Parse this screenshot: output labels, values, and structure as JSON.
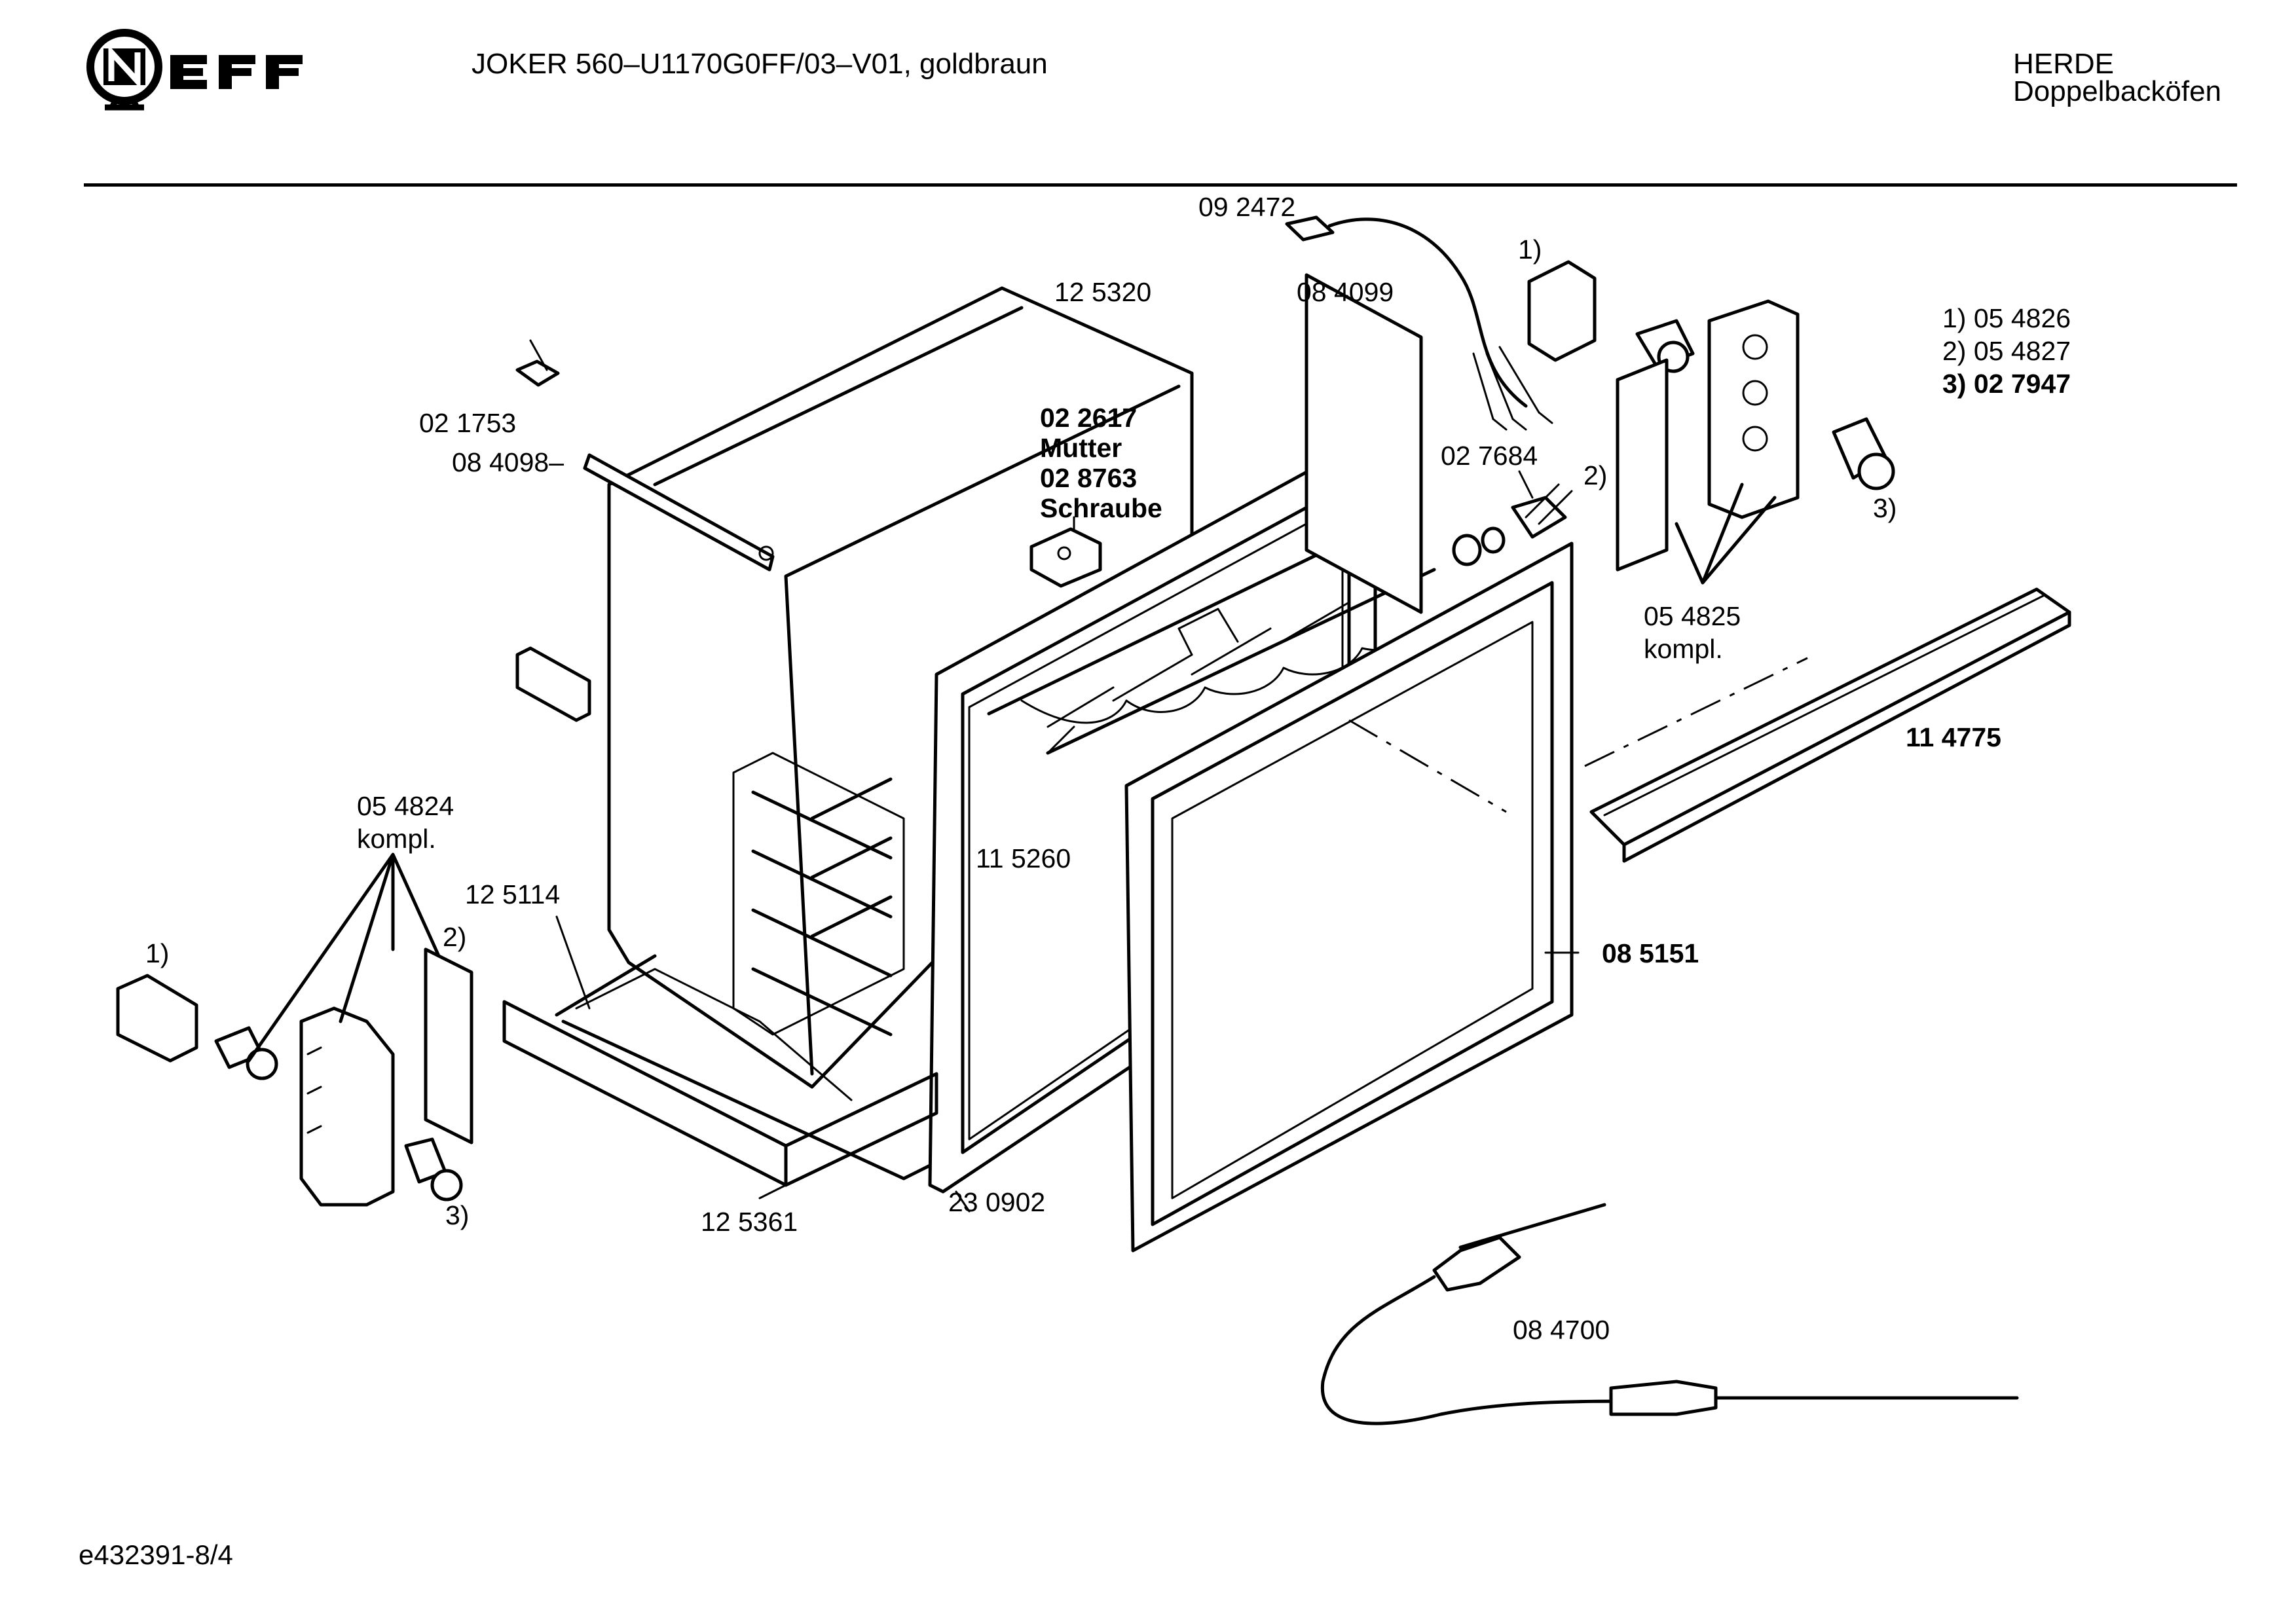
{
  "header": {
    "brand": "NEFF",
    "model": "JOKER 560–U1170G0FF/03–V01, goldbraun",
    "category": "HERDE",
    "subcategory": "Doppelbacköfen"
  },
  "footer": {
    "doc_id": "e432391-8/4"
  },
  "labels": {
    "p092472": "09 2472",
    "p125320": "12 5320",
    "p084099": "08 4099",
    "n1_top": "1)",
    "ref1": "1) 05 4826",
    "ref2": "2) 05 4827",
    "ref3": "3) 02 7947",
    "p021753": "02  1753",
    "p084098": "08 4098–",
    "p022617": "02 2617",
    "mutter": "Mutter",
    "p028763": "02 8763",
    "schraube": "Schraube",
    "p027684": "02 7684",
    "n2_top": "2)",
    "n3_top": "3)",
    "p054825": "05 4825",
    "kompl_right": "kompl.",
    "p114775": "11 4775",
    "p054824": "05 4824",
    "kompl_left": "kompl.",
    "p115260": "11 5260",
    "p125114": "12  5114",
    "n2_left": "2)",
    "n1_left": "1)",
    "p085151": "08 5151",
    "n3_left": "3)",
    "p230902": "23 0902",
    "p125361": "12 5361",
    "p084700": "08 4700"
  },
  "colors": {
    "line": "#000000",
    "background": "#ffffff"
  }
}
